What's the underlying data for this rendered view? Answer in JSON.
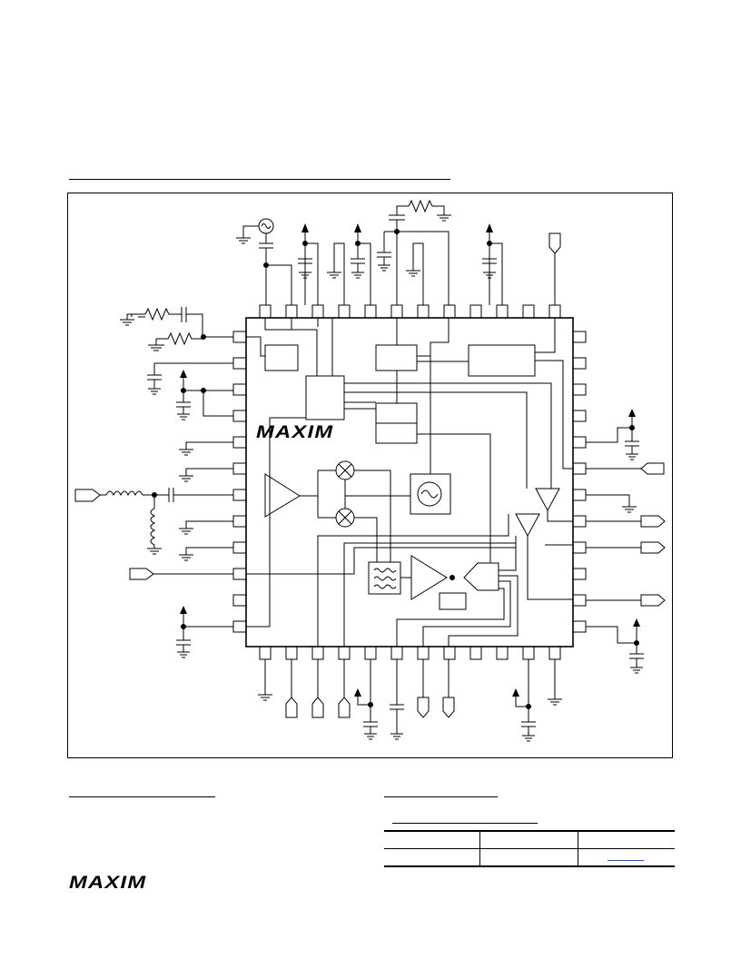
{
  "logo": {
    "text": "MAXIM"
  },
  "diagram": {
    "chip_logo": "MAXIM",
    "top_pins": 12,
    "bottom_pins": 12,
    "left_pins": 12,
    "right_pins": 12
  },
  "table": {
    "rows": [
      [
        "",
        "",
        ""
      ],
      [
        "",
        "",
        ""
      ]
    ]
  }
}
